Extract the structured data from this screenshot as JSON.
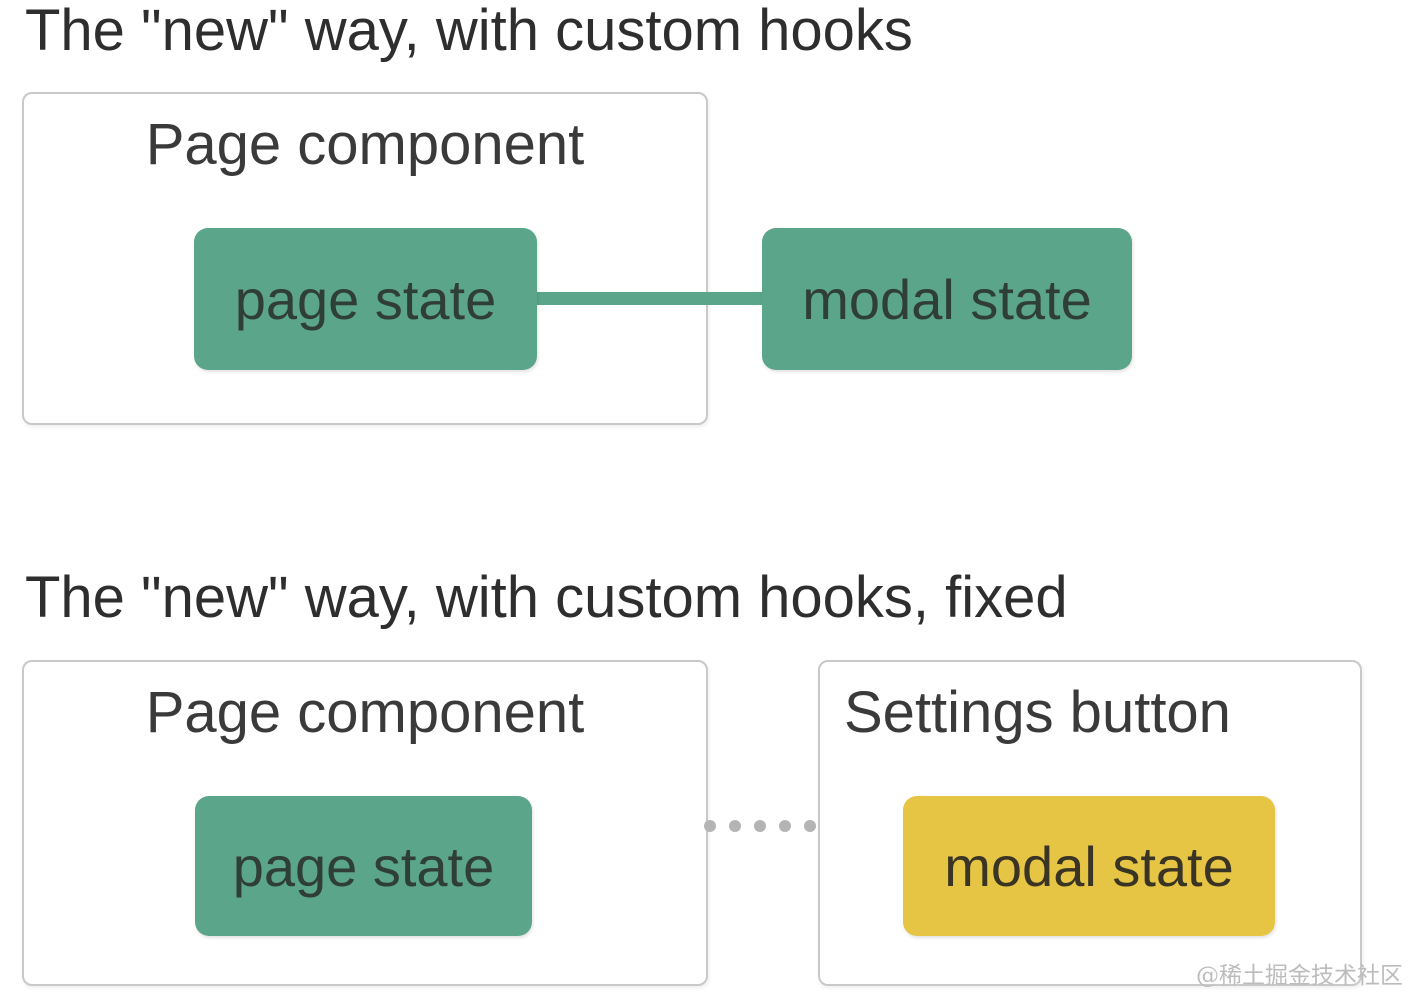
{
  "colors": {
    "green": "#5ba58a",
    "yellow": "#e7c544",
    "box_border": "#c9c9c9",
    "title_text": "#2e2e2e",
    "label_text": "#3a3a3a",
    "green_text": "#2f3e37",
    "yellow_text": "#3a3424",
    "dot": "#b4b4b4",
    "watermark_text": "#bcbcbc",
    "page_bg": "#ffffff"
  },
  "diagrams": [
    {
      "title": "The \"new\" way, with custom hooks",
      "containers": [
        {
          "label": "Page component"
        }
      ],
      "nodes": [
        {
          "label": "page state",
          "color": "green"
        },
        {
          "label": "modal state",
          "color": "green"
        }
      ],
      "connector": "solid green line from page state to modal state"
    },
    {
      "title": "The \"new\" way, with custom hooks, fixed",
      "containers": [
        {
          "label": "Page component"
        },
        {
          "label": "Settings button"
        }
      ],
      "nodes": [
        {
          "label": "page state",
          "color": "green"
        },
        {
          "label": "modal state",
          "color": "yellow"
        }
      ],
      "connector": "dotted gray line between Page component and Settings button"
    }
  ],
  "watermark": {
    "text": "@稀土掘金技术社区"
  }
}
